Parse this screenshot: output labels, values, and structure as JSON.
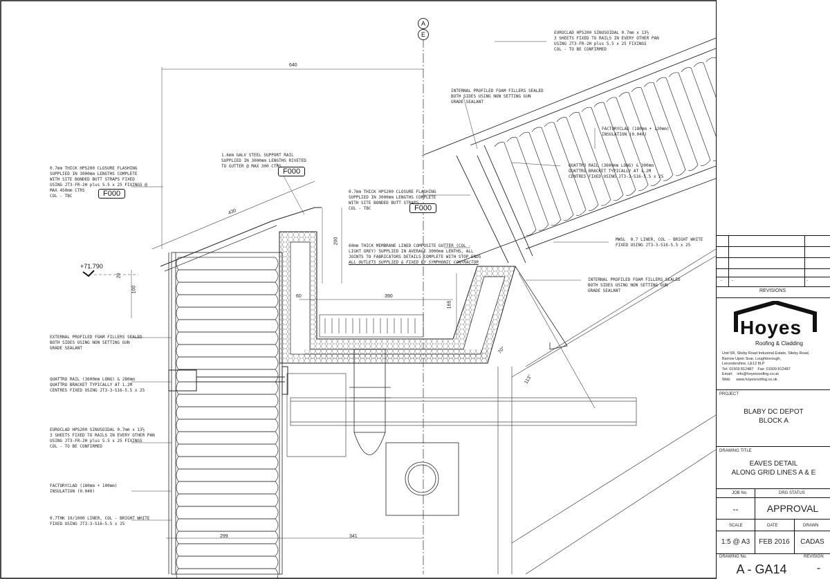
{
  "grid": {
    "bubble_top": "A",
    "bubble_bottom": "E"
  },
  "level": {
    "value": "+71.790"
  },
  "dimensions": {
    "d640": "640",
    "d430": "430",
    "d200": "200",
    "d20": "20",
    "d100": "100",
    "d60": "60",
    "d390": "390",
    "d165": "165",
    "d70": "70°",
    "d113": "113°",
    "d299": "299",
    "d341": "341"
  },
  "notes": {
    "roof_sheet": "EUROCLAD HPS200 SINUSOIDAL 0.7mm x 13½\n3 SHEETS FIXED TO RAILS IN EVERY OTHER PAN\nUSING JT3-FR-2H plus 5.5 x 25 FIXINGS\nCOL - TO BE CONFIRMED",
    "foam_fillers_top": "INTERNAL PROFILED FOAM FILLERS SEALED\nBOTH SIDES USING NON SETTING GUN\nGRADE SEALANT",
    "factoryclad_roof": "FACTORYCLAD (180mm + 120mm)\nINSULATION (0.040)",
    "quattro_roof": "QUATTRO RAIL (3600mm LONG) & 300mm\nQUATTRO BRACKET TYPICALLY AT 1.2M\nCENTRES FIXED USING JT3-3-S16-5.5 x 25",
    "liner_roof": "MWSL  0.7 LINER, COL - BRIGHT WHITE\nFIXED USING JT3-3-S16-5.5 x 25",
    "foam_fillers_mid": "INTERNAL PROFILED FOAM FILLERS SEALED\nBOTH SIDES USING NON SETTING GUN\nGRADE SEALANT",
    "support_rail": "1.6mm GALV STEEL SUPPORT RAIL\nSUPPLIED IN 3000mm LENGTHS RIVETED\nTO GUTTER @ MAX 300 CTRS",
    "closure_left": "0.7mm THICK HPS200 CLOSURE FLASHING\nSUPPLIED IN 3000mm LENGTHS COMPLETE\nWITH SITE BONDED BUTT STRAPS FIXED\nUSING JT3-FR-2H plus 5.5 x 25 FIXINGS @\nMAX 450mm CTRS\nCOL - TBC",
    "closure_right": "0.7mm THICK HPS200 CLOSURE FLASHING\nSUPPLIED IN 3000mm LENGTHS COMPLETE\nWITH SITE BONDED BUTT STRAPS\nCOL - TBC",
    "gutter": "60mm THICK MEMBRANE LINED COMPOSITE GUTTER (COL -\nLIGHT GREY) SUPPLIED IN AVERAGE 3000mm LENTHS, ALL\nJOINTS TO FABRICATORS DETAILS COMPLETE WITH STOP ENDS",
    "gutter_outlets": "ALL OUTLETS SUPPLIED & FIXED BY SYMPHONIC CONTRACTOR",
    "external_foam": "EXTERNAL PROFILED FOAM FILLERS SEALED\nBOTH SIDES USING NON SETTING GUN\nGRADE SEALANT",
    "quattro_wall": "QUATTRO RAIL (3600mm LONG) & 280mm\nQUATTRO BRACKET TYPICALLY AT 1.2M\nCENTRES FIXED USING JT3-3-S16-5.5 x 25",
    "wall_sheet": "EUROCLAD HPS200 SINUSOIDAL 0.7mm x 13½\n3 SHEETS FIXED TO RAILS IN EVERY OTHER PAN\nUSING JT3-FR-2H plus 5.5 x 25 FIXINGS\nCOL - TO BE CONFIRMED",
    "factoryclad_wall": "FACTORYCLAD (180mm + 100mm)\nINSULATION (0.040)",
    "liner_wall": "0.7THK 19/1000 LINER, COL - BRIGHT WHITE\nFIXED USING JT3-3-S16-5.5 x 25"
  },
  "tags": {
    "f1": "F000",
    "f2": "F000",
    "f3": "F000"
  },
  "title_block": {
    "revisions_label": "REVISIONS",
    "rev_dash_a": "-",
    "rev_dash_b": "-",
    "rev_dash_c": "-",
    "company": "Hoyes",
    "company_sub": "Roofing & Cladding",
    "address": "Unit 5R, Sileby Road Industrial Estate, Sileby Road,\nBarrow Upon Soar, Loughborough,\nLeicestershire. LE12 8LP\nTel: 01509 812487    Fax: 01509 812487\nEmail:    info@hoyesroofing.co.uk\nWeb:     www.hoyesroofing.co.uk",
    "project_label": "PROJECT",
    "project_line1": "BLABY DC DEPOT",
    "project_line2": "BLOCK A",
    "title_label": "DRAWING TITLE",
    "title_line1": "EAVES DETAIL",
    "title_line2": "ALONG GRID LINES A & E",
    "job_label": "JOB No.",
    "job_value": "--",
    "status_label": "DRG STATUS",
    "status_value": "APPROVAL",
    "scale_label": "SCALE",
    "scale_value": "1:5 @ A3",
    "date_label": "DATE",
    "date_value": "FEB 2016",
    "drawn_label": "DRAWN",
    "drawn_value": "CADAS",
    "drawing_no_label": "DRAWING No.",
    "drawing_no_value": "A - GA14",
    "revision_label": "REVISION",
    "revision_value": "-"
  }
}
